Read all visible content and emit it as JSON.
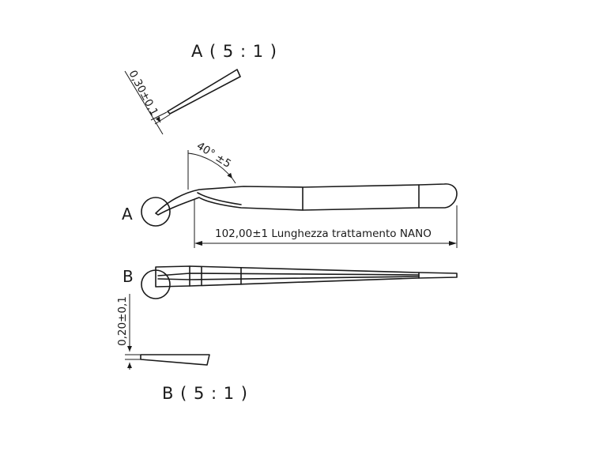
{
  "titles": {
    "detail_a": "A ( 5 : 1 )",
    "detail_b": "B ( 5 : 1 )"
  },
  "labels": {
    "view_a": "A",
    "view_b": "B"
  },
  "dimensions": {
    "tip_width_a": "0,30±0,1",
    "tip_width_b": "0,20±0,1",
    "bend_angle": "40° ±5",
    "length": "102,00±1 Lunghezza trattamento NANO"
  },
  "colors": {
    "line": "#1a1a1a",
    "background": "#ffffff"
  }
}
